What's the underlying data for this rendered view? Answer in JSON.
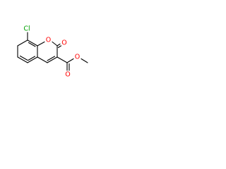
{
  "molecule": {
    "atoms": {
      "cl": {
        "label": "Cl",
        "color": "#00a000"
      },
      "o_ring": {
        "label": "O",
        "color": "#ff0000"
      },
      "o_lactone_carbonyl": {
        "label": "O",
        "color": "#ff0000"
      },
      "o_ester_carbonyl": {
        "label": "O",
        "color": "#ff0000"
      },
      "o_ester": {
        "label": "O",
        "color": "#ff0000"
      }
    },
    "bond_color": "#000000"
  }
}
